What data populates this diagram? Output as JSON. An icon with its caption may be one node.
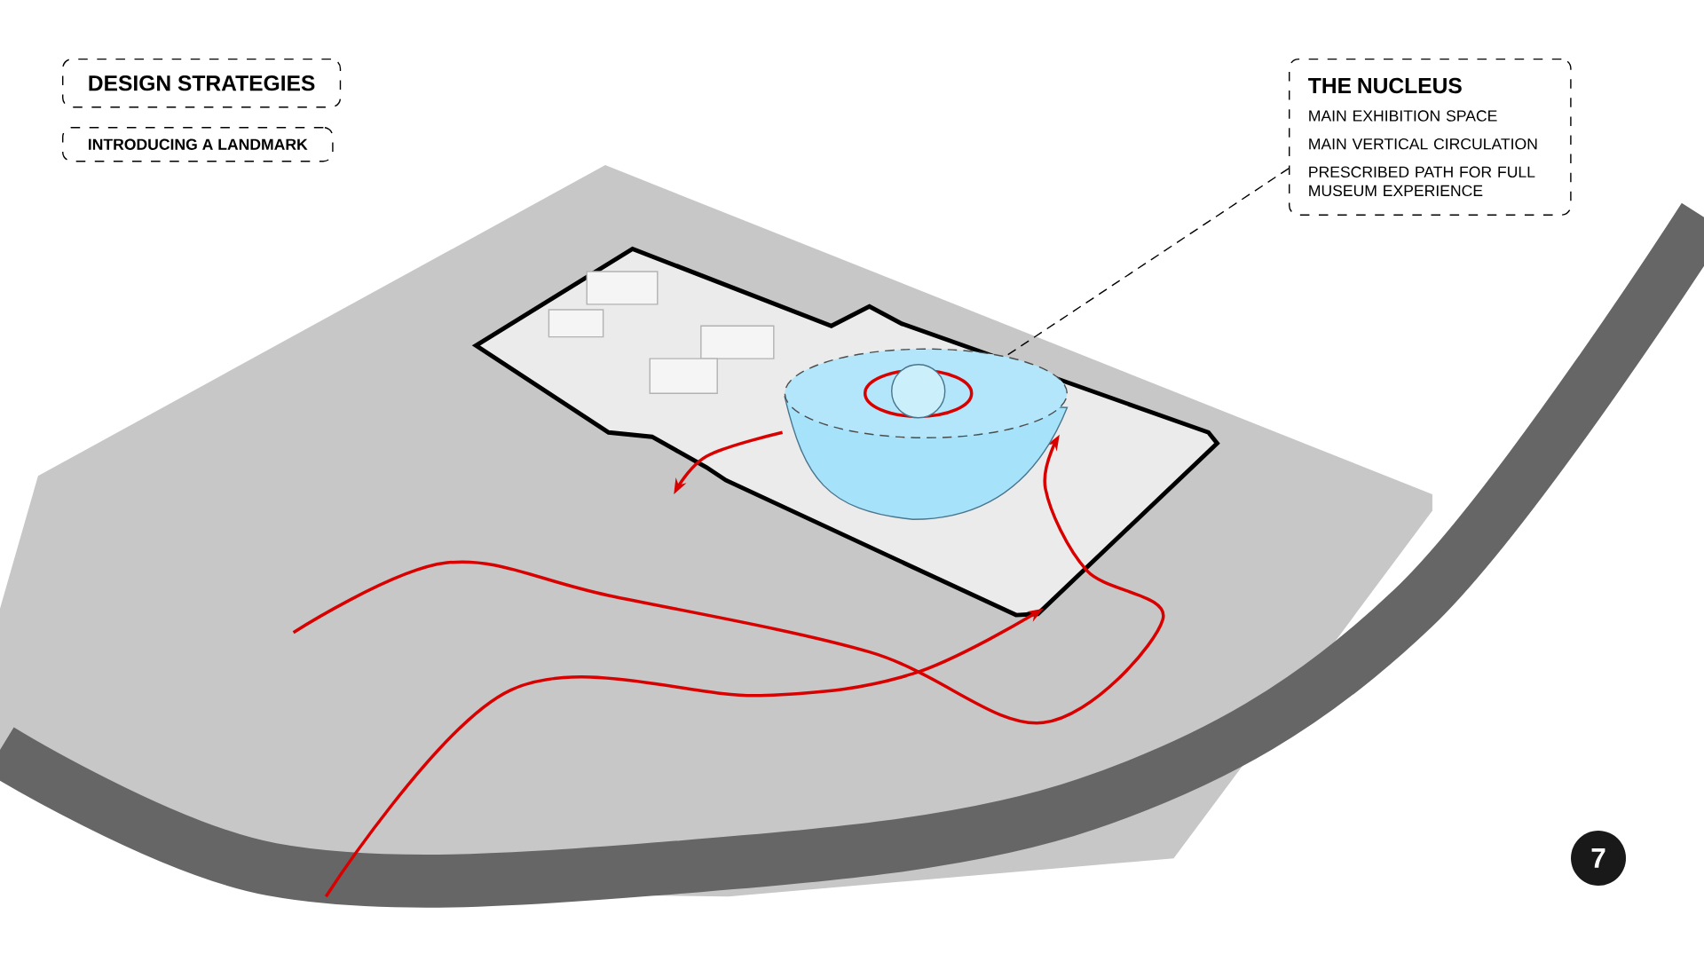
{
  "diagram": {
    "nodes": [
      {
        "text": [
          "DESIGN STRATEGIES"
        ]
      },
      {
        "text": [
          "INTRODUCING A LANDMARK"
        ]
      },
      {
        "text": [
          "THE NUCLEUS",
          "MAIN EXHIBITION SPACE",
          "MAIN VERTICAL CIRCULATION",
          "PRESCRIBED PATH FOR FULL MUSEUM EXPERIENCE"
        ]
      },
      {
        "text": [],
        "shape": "cylinder"
      },
      {
        "text": [
          "7"
        ]
      }
    ],
    "edges": [
      {
        "from": 2,
        "to": 3,
        "arrow": "none",
        "style": "dashed"
      }
    ]
  }
}
